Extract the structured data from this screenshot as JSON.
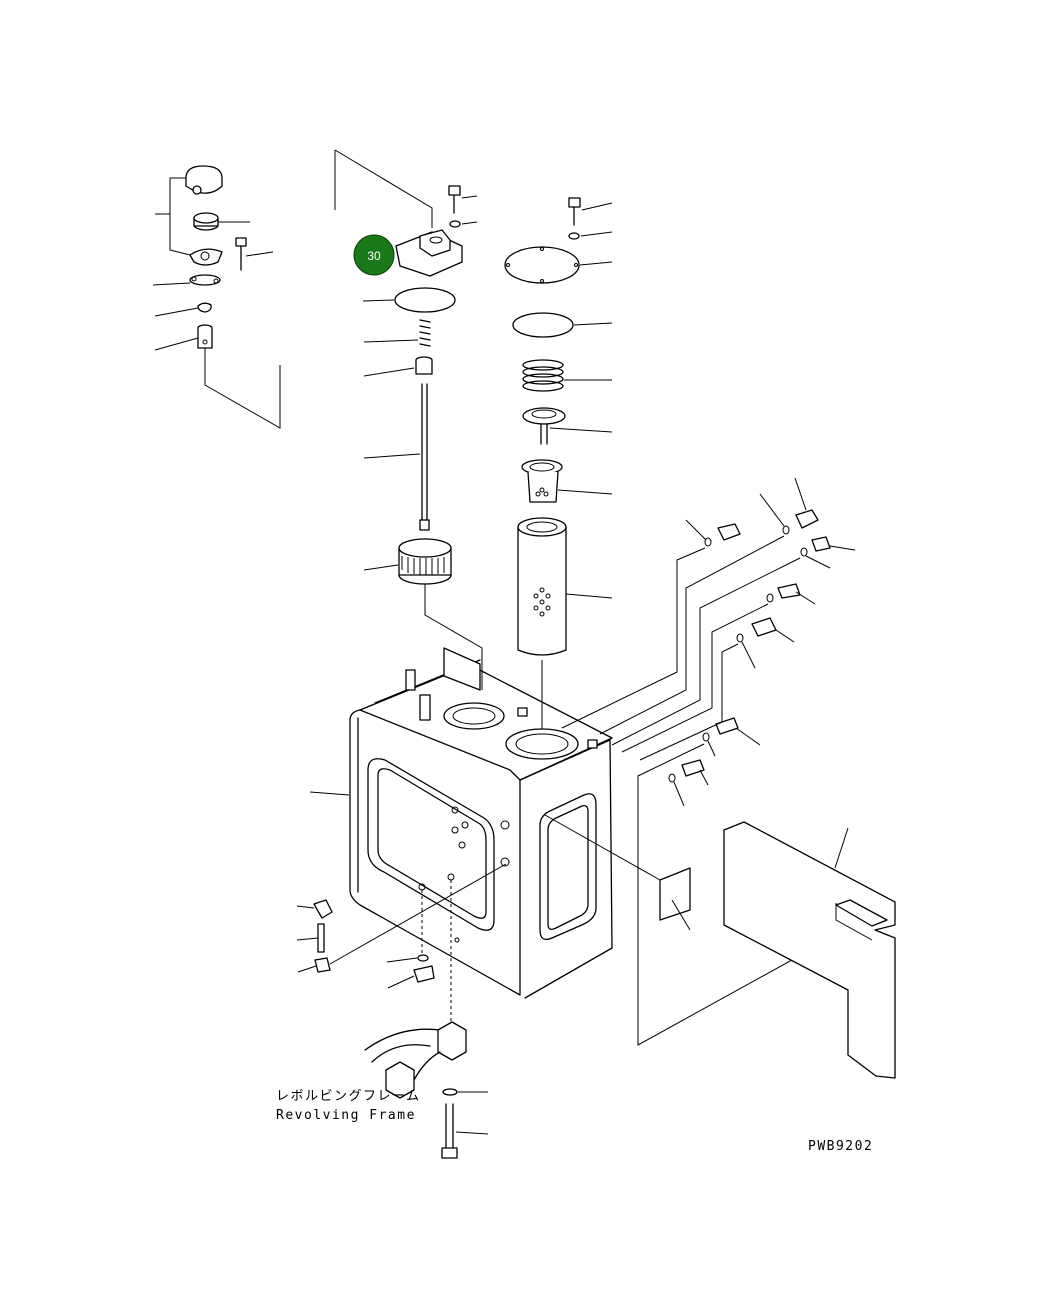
{
  "callout": {
    "number": "30",
    "color": "#1a7a1a"
  },
  "labels": {
    "japanese": "レボルビングフレーム",
    "english": "Revolving Frame",
    "drawing_code": "PWB9202"
  }
}
